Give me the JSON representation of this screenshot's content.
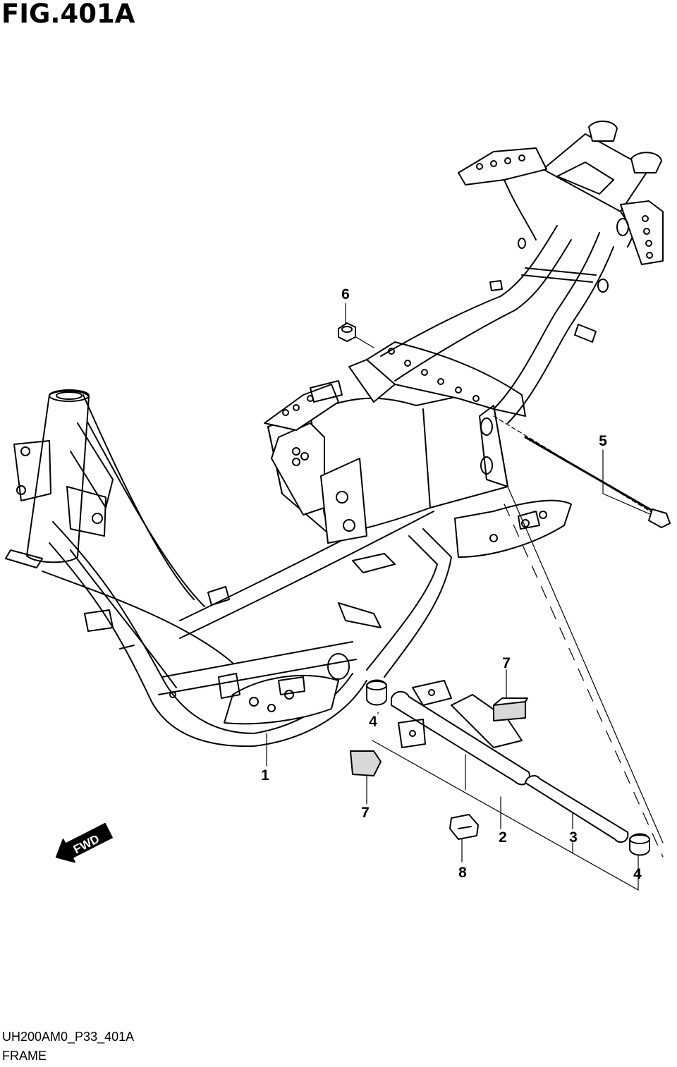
{
  "figure": {
    "title": "FIG.401A",
    "code": "UH200AM0_P33_401A",
    "name": "FRAME"
  },
  "callouts": [
    "1",
    "2",
    "3",
    "4",
    "4",
    "5",
    "6",
    "7",
    "7",
    "8"
  ],
  "fwd_label": "FWD",
  "icons": [
    "fwd-arrow-icon"
  ],
  "colors": {
    "line": "#000000",
    "background": "#ffffff",
    "part_fill": "#d8d8d8"
  }
}
